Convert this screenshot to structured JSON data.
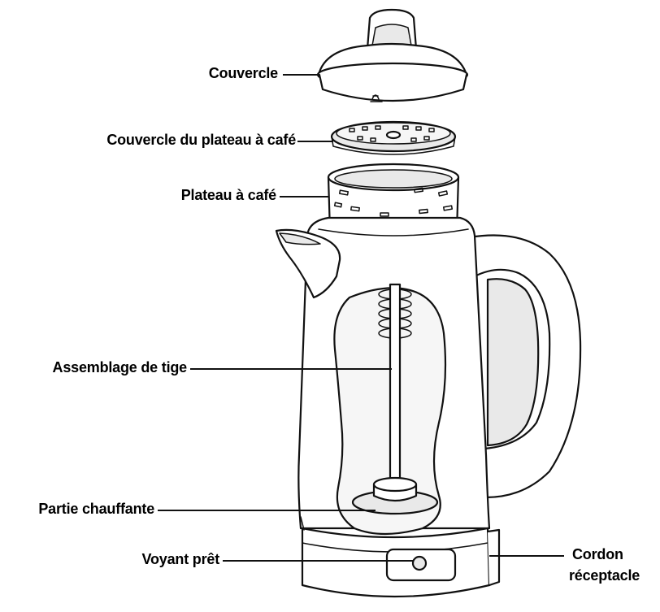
{
  "labels": {
    "couvercle": "Couvercle",
    "couvercle_plateau": "Couvercle du plateau à café",
    "plateau": "Plateau à café",
    "tige": "Assemblage de tige",
    "chauffante": "Partie chauffante",
    "voyant": "Voyant prêt",
    "cordon_line1": "Cordon",
    "cordon_line2": "réceptacle"
  }
}
